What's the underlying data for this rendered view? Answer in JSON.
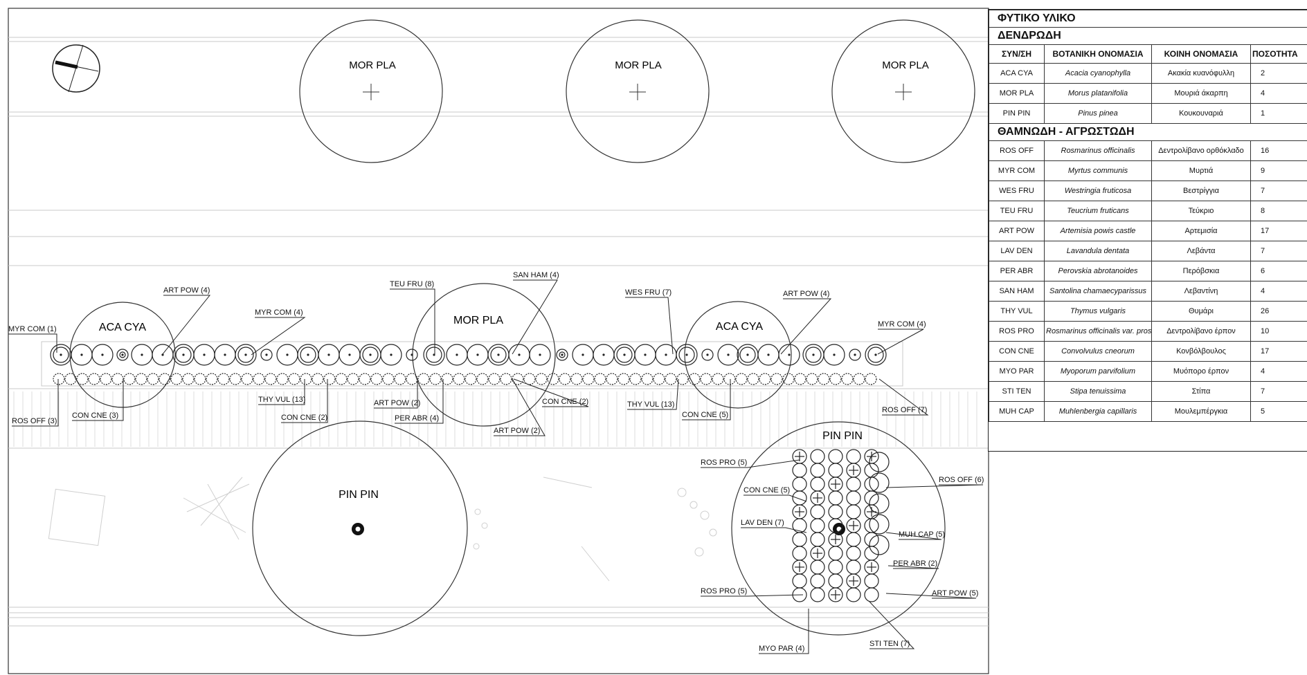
{
  "plan": {
    "trees_top": [
      "MOR PLA",
      "MOR PLA",
      "MOR PLA"
    ],
    "canopies": {
      "aca_left": "ACA CYA",
      "mor_mid": "MOR PLA",
      "aca_right": "ACA CYA",
      "pin_left": "PIN PIN",
      "pin_right": "PIN PIN"
    },
    "labels": {
      "myr_com_1": "MYR COM (1)",
      "art_pow_4_a": "ART POW (4)",
      "myr_com_4_a": "MYR COM (4)",
      "teu_fru_8": "TEU FRU (8)",
      "san_ham_4": "SAN HAM (4)",
      "wes_fru_7": "WES FRU (7)",
      "art_pow_4_b": "ART POW (4)",
      "myr_com_4_b": "MYR COM (4)",
      "ros_off_3": "ROS OFF (3)",
      "con_cne_3": "CON CNE (3)",
      "thy_vul_13_a": "THY VUL (13)",
      "con_cne_2": "CON CNE (2)",
      "art_pow_2_a": "ART POW (2)",
      "per_abr_4": "PER ABR (4)",
      "art_pow_2_b": "ART POW (2)",
      "con_cne_2_b": "CON CNE (2)",
      "thy_vul_13_b": "THY VUL (13)",
      "con_cne_5_a": "CON CNE (5)",
      "ros_off_7": "ROS OFF (7)",
      "ros_pro_5_a": "ROS PRO (5)",
      "con_cne_5_b": "CON CNE (5)",
      "lav_den_7": "LAV DEN (7)",
      "ros_pro_5_b": "ROS PRO (5)",
      "ros_off_6": "ROS OFF (6)",
      "muh_cap_5": "MUH CAP (5)",
      "per_abr_2": "PER ABR (2)",
      "art_pow_5": "ART POW (5)",
      "myo_par_4": "MYO PAR (4)",
      "sti_ten_7": "STI TEN (7)"
    }
  },
  "legend": {
    "title": "ΦΥΤΙΚΟ ΥΛΙΚΟ",
    "section_trees": "ΔΕΝΔΡΩΔΗ",
    "section_shrubs": "ΘΑΜΝΩΔΗ - ΑΓΡΩΣΤΩΔΗ",
    "headers": [
      "ΣΥΝ/ΣΗ",
      "ΒΟΤΑΝΙΚΗ ΟΝΟΜΑΣΙΑ",
      "ΚΟΙΝΗ ΟΝΟΜΑΣΙΑ",
      "ΠΟΣΟΤΗΤΑ"
    ],
    "trees": [
      {
        "code": "ACA CYA",
        "botanical": "Acacia cyanophylla",
        "common": "Ακακία κυανόφυλλη",
        "qty": "2"
      },
      {
        "code": "MOR PLA",
        "botanical": "Morus platanifolia",
        "common": "Μουριά άκαρπη",
        "qty": "4"
      },
      {
        "code": "PIN PIN",
        "botanical": "Pinus pinea",
        "common": "Κουκουναριά",
        "qty": "1"
      }
    ],
    "shrubs": [
      {
        "code": "ROS OFF",
        "botanical": "Rosmarinus officinalis",
        "common": "Δεντρολίβανο ορθόκλαδο",
        "qty": "16"
      },
      {
        "code": "MYR COM",
        "botanical": "Myrtus communis",
        "common": "Μυρτιά",
        "qty": "9"
      },
      {
        "code": "WES FRU",
        "botanical": "Westringia fruticosa",
        "common": "Βεστρίγγια",
        "qty": "7"
      },
      {
        "code": "TEU FRU",
        "botanical": "Teucrium fruticans",
        "common": "Τεύκριο",
        "qty": "8"
      },
      {
        "code": "ART POW",
        "botanical": "Artemisia powis castle",
        "common": "Αρτεμισία",
        "qty": "17"
      },
      {
        "code": "LAV DEN",
        "botanical": "Lavandula dentata",
        "common": "Λεβάντα",
        "qty": "7"
      },
      {
        "code": "PER ABR",
        "botanical": "Perovskia abrotanoides",
        "common": "Περόβσκια",
        "qty": "6"
      },
      {
        "code": "SAN HAM",
        "botanical": "Santolina chamaecyparissus",
        "common": "Λεβαντίνη",
        "qty": "4"
      },
      {
        "code": "THY VUL",
        "botanical": "Thymus vulgaris",
        "common": "Θυμάρι",
        "qty": "26"
      },
      {
        "code": "ROS PRO",
        "botanical": "Rosmarinus officinalis var. prostratus",
        "common": "Δεντρολίβανο έρπον",
        "qty": "10"
      },
      {
        "code": "CON CNE",
        "botanical": "Convolvulus cneorum",
        "common": "Κονβόλβουλος",
        "qty": "17"
      },
      {
        "code": "MYO PAR",
        "botanical": "Myoporum parvifolium",
        "common": "Μυόπορο έρπον",
        "qty": "4"
      },
      {
        "code": "STI TEN",
        "botanical": "Stipa tenuissima",
        "common": "Στίπα",
        "qty": "7"
      },
      {
        "code": "MUH CAP",
        "botanical": "Muhlenbergia capillaris",
        "common": "Μουλεμπέργκια",
        "qty": "5"
      }
    ]
  }
}
